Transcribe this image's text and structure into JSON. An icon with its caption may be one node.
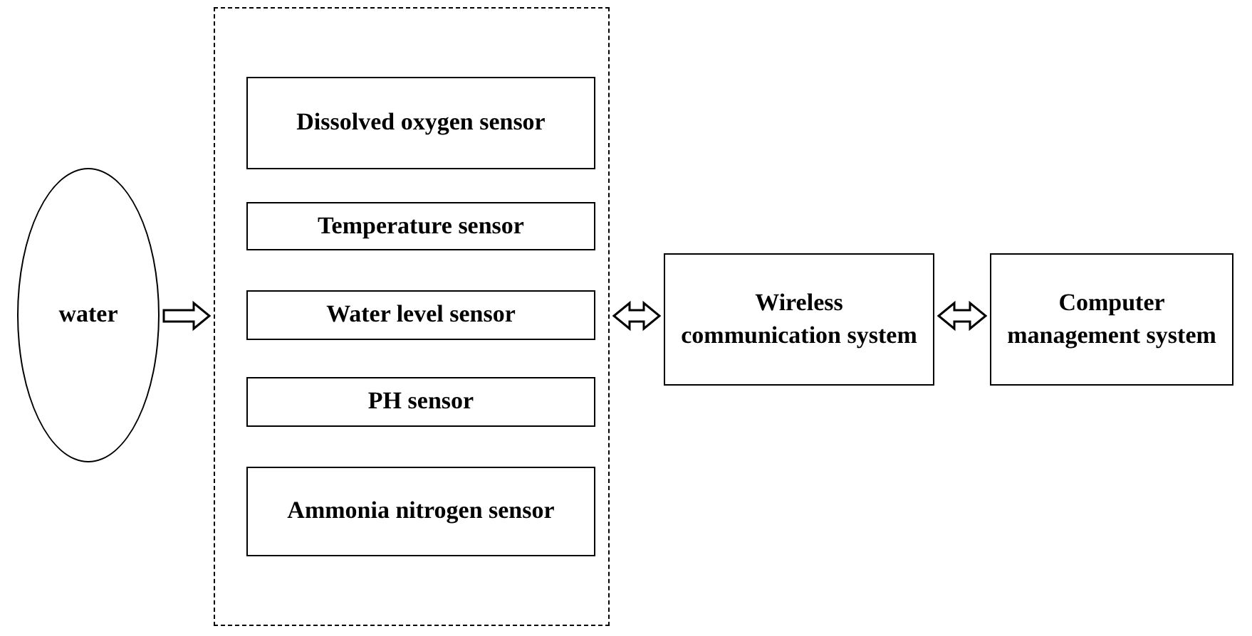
{
  "diagram": {
    "nodes": [
      {
        "text": [
          "water"
        ]
      },
      {
        "text": [],
        "shape": "box"
      },
      {
        "text": [
          "Dissolved oxygen sensor"
        ],
        "in": 1
      },
      {
        "text": [
          "Temperature sensor"
        ],
        "in": 1
      },
      {
        "text": [
          "Water level sensor"
        ],
        "in": 1
      },
      {
        "text": [
          "PH sensor"
        ],
        "in": 1
      },
      {
        "text": [
          "Ammonia nitrogen sensor"
        ],
        "in": 1
      },
      {
        "text": [
          "Wireless communication system"
        ]
      },
      {
        "text": [
          "Computer management system"
        ]
      }
    ],
    "edges": [
      {
        "from": 0,
        "to": 1,
        "arrow": "to"
      },
      {
        "from": 1,
        "to": 7,
        "arrow": "both"
      },
      {
        "from": 7,
        "to": 8,
        "arrow": "both"
      }
    ]
  }
}
